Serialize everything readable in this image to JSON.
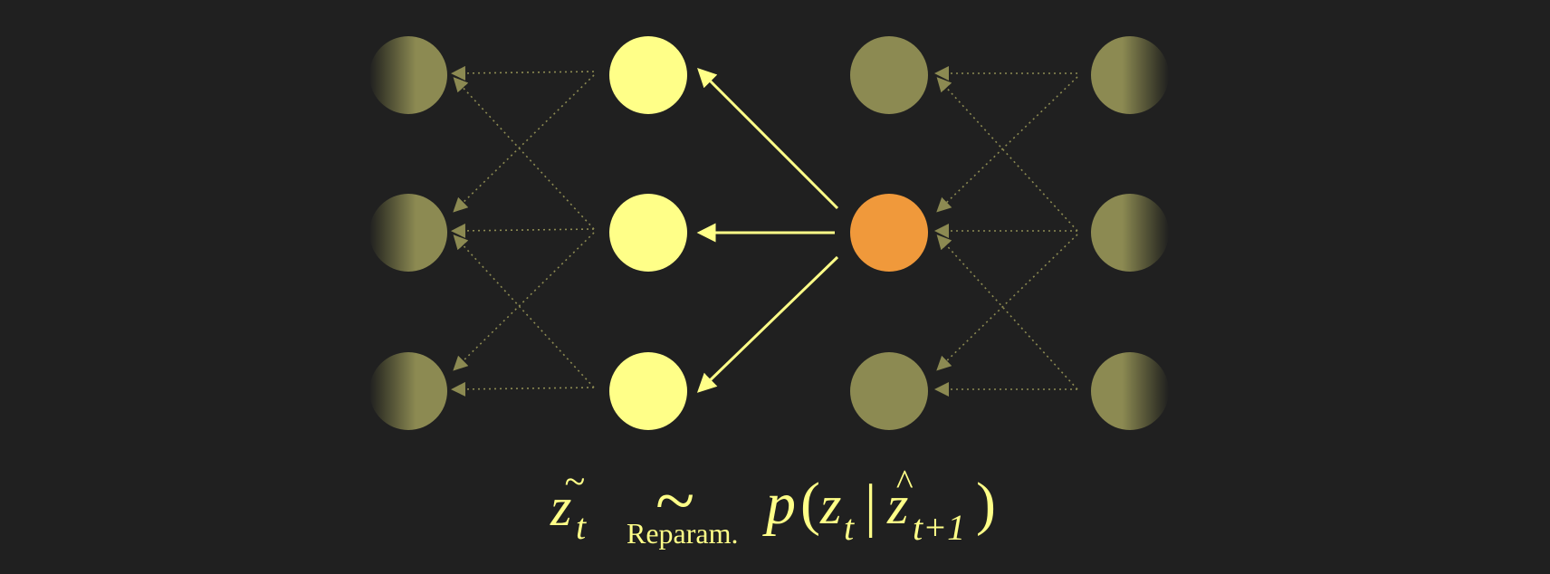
{
  "colors": {
    "background": "#202020",
    "active_node": "#ffff88",
    "source_node": "#f0993b",
    "faded_node": "#8c8a52",
    "faded_edge": "#8c8a52",
    "arrow": "#ffff88",
    "label": "#ffff88"
  },
  "diagram": {
    "columns": [
      {
        "name": "left-faded-column",
        "style": "gradient-left",
        "nodes": 3
      },
      {
        "name": "active-column",
        "style": "active",
        "nodes": 3
      },
      {
        "name": "source-column",
        "style": "source-middle",
        "nodes": 3
      },
      {
        "name": "right-faded-column",
        "style": "gradient-right",
        "nodes": 3
      }
    ],
    "solid_arrows": [
      {
        "from": "source-column.1",
        "to": "active-column.0"
      },
      {
        "from": "source-column.1",
        "to": "active-column.1"
      },
      {
        "from": "source-column.1",
        "to": "active-column.2"
      }
    ]
  },
  "formula": {
    "lhs_var": "z",
    "lhs_accent": "~",
    "lhs_sub": "t",
    "tilde_op": "~",
    "op_sub": "Reparam.",
    "rhs_func": "p",
    "rhs_open": "(",
    "rhs_var": "z",
    "rhs_var_sub": "t",
    "rhs_bar": "|",
    "rhs_cond_var": "z",
    "rhs_cond_accent": "^",
    "rhs_cond_sub": "t+1",
    "rhs_close": ")"
  }
}
